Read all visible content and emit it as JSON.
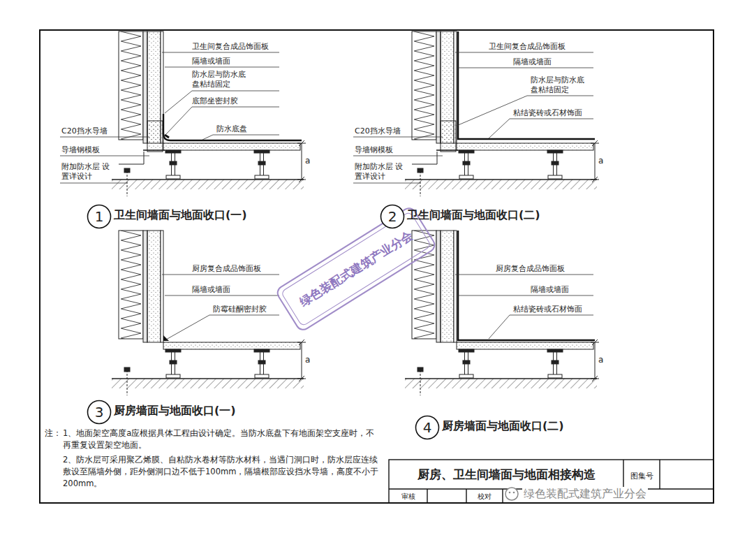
{
  "diagram": {
    "nodes": [
      {
        "text": [
          "厨房、卫生间墙面与地面相接构造"
        ]
      },
      {
        "text": [
          "图集号"
        ]
      },
      {
        "text": [
          "审核"
        ]
      },
      {
        "text": [
          "校对"
        ]
      },
      {
        "text": [
          "1"
        ]
      },
      {
        "text": [
          "2"
        ]
      },
      {
        "text": [
          "3"
        ]
      },
      {
        "text": [
          "4"
        ]
      }
    ],
    "edges": [],
    "labels": [
      "卫生间复合成品饰面板",
      "隔墙或墙面",
      "防水层与防水底 盘粘结固定",
      "底部坐密封胶",
      "防水底盘",
      "C20挡水导墙",
      "导墙钢模板",
      "附加防水层 设置详设计",
      "a",
      "卫生间墙面与地面收口(一)",
      "卫生间复合成品饰面板",
      "隔墙或墙面",
      "防水层与防水底 盘粘结固定",
      "粘结瓷砖或石材饰面",
      "C20挡水导墙",
      "导墙钢模板",
      "附加防水层 设置详设计",
      "a",
      "卫生间墙面与地面收口(二)",
      "厨房复合成品饰面板",
      "隔墙或墙面",
      "防霉硅酮密封胶",
      "a",
      "厨房墙面与地面收口(一)",
      "厨房复合成品饰面板",
      "隔墙或墙面",
      "粘结瓷砖或石材饰面",
      "a",
      "厨房墙面与地面收口(二)",
      "注：",
      "1、地面架空高度a应根据具体工程由设计确定。当防水底盘下有地面架空支座时，不再重复设置架空地面。",
      "2、防水层可采用聚乙烯膜、自粘防水卷材等防水材料，当遇门洞口时，防水层应连续敷设至隔墙外侧，距外侧洞口边不低于100mm，隔墙根部应设挡水导墙，高度不小于200mm。",
      "绿色装配式建筑产业分会",
      "绿色装配式建筑产业分会"
    ]
  }
}
